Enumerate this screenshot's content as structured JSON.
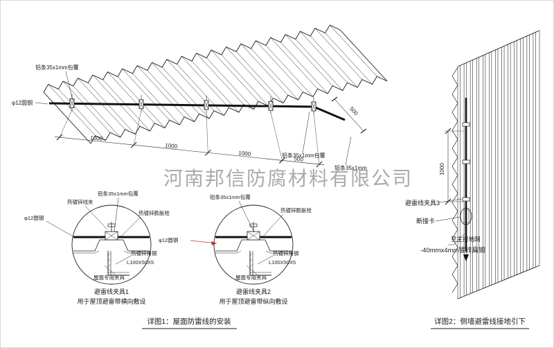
{
  "watermark": "河南邦信防腐材料有限公司",
  "main": {
    "label_strip_top": "铝条35x1mm包覆",
    "label_round_steel": "φ12圆钢",
    "label_strip_bottom": "铝条35x1mm包覆",
    "label_strip_right": "铝条35x1mm",
    "dim_1000": "1000",
    "dim_500": "500",
    "dim_side_500": "500"
  },
  "detail1": {
    "title": "避雷线夹具1",
    "subtitle": "用于屋顶避雷带横向敷设",
    "label_clamp": "热镀锌线夹",
    "label_strip": "铝条35x1mm包覆",
    "label_bolt": "热镀锌膨胀栓",
    "label_round_steel": "φ12圆钢",
    "label_angle": "热镀锌角钢",
    "label_angle_spec": "L100X50X5",
    "label_roof_clamp": "屋面专用夹具"
  },
  "detail2": {
    "title": "避雷线夹具2",
    "subtitle": "用于屋顶避雷带纵向敷设",
    "label_strip": "铝条35x1mm包覆",
    "label_bolt": "热镀锌膨胀栓",
    "label_round_steel": "φ12圆钢",
    "label_angle": "热镀锌角钢",
    "label_angle_spec": "L100X50X5",
    "label_roof_clamp": "屋面专用夹具",
    "highlight_color": "#c03030"
  },
  "wall": {
    "dim_1000": "1000",
    "label_clamp3": "避雷线夹具3",
    "label_disconnect": "断接卡",
    "label_to_ground": "至主接地网",
    "label_flat_steel": "-40mmx4mm镀锌扁钢"
  },
  "captions": {
    "detail1": "详图1：屋面防雷线的安装",
    "detail2": "详图2：侧墙避雷线接地引下"
  }
}
